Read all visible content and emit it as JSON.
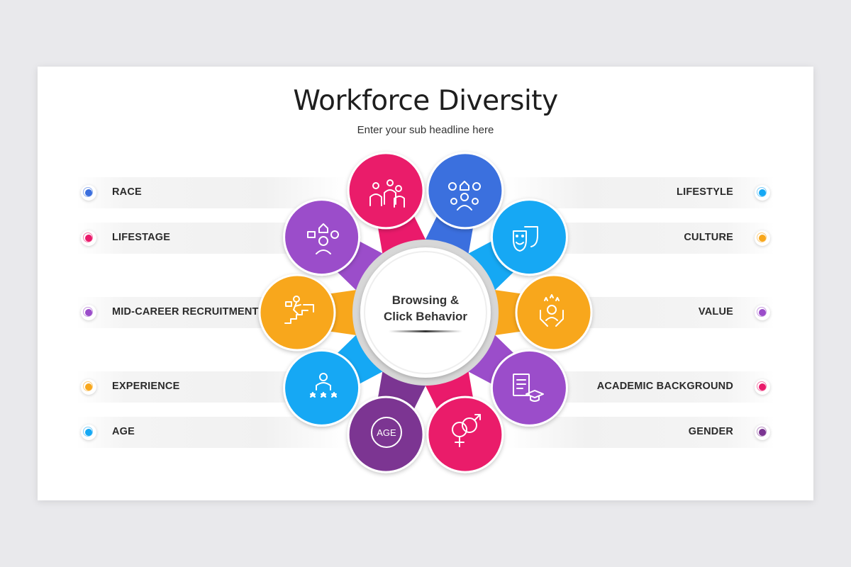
{
  "title": "Workforce Diversity",
  "subtitle": "Enter your sub headline here",
  "center": {
    "line1": "Browsing &",
    "line2": "Click Behavior"
  },
  "colors": {
    "blue": "#3b6fde",
    "sky": "#15a8f4",
    "orange": "#f8a71c",
    "purple": "#9b4dca",
    "magenta": "#ea1a6b",
    "violet": "#7b3592"
  },
  "left_items": [
    {
      "label": "RACE",
      "color": "#3b6fde"
    },
    {
      "label": "LIFESTAGE",
      "color": "#ea1a6b"
    },
    {
      "label": "MID-CAREER RECRUITMENT",
      "color": "#9b4dca"
    },
    {
      "label": "EXPERIENCE",
      "color": "#f8a71c"
    },
    {
      "label": "AGE",
      "color": "#15a8f4"
    }
  ],
  "right_items": [
    {
      "label": "LIFESTYLE",
      "color": "#15a8f4"
    },
    {
      "label": "CULTURE",
      "color": "#f8a71c"
    },
    {
      "label": "VALUE",
      "color": "#9b4dca"
    },
    {
      "label": "ACADEMIC BACKGROUND",
      "color": "#ea1a6b"
    },
    {
      "label": "GENDER",
      "color": "#7b3592"
    }
  ],
  "petals": [
    {
      "name": "race",
      "color": "#3b6fde",
      "icon": "race-icon"
    },
    {
      "name": "lifestyle",
      "color": "#15a8f4",
      "icon": "lifestyle-icon"
    },
    {
      "name": "culture",
      "color": "#f8a71c",
      "icon": "culture-masks-icon"
    },
    {
      "name": "value",
      "color": "#9b4dca",
      "icon": "value-hands-icon"
    },
    {
      "name": "academic",
      "color": "#ea1a6b",
      "icon": "academic-icon"
    },
    {
      "name": "gender",
      "color": "#7b3592",
      "icon": "gender-icon"
    },
    {
      "name": "age",
      "color": "#15a8f4",
      "icon": "age-icon",
      "text": "AGE"
    },
    {
      "name": "experience",
      "color": "#f8a71c",
      "icon": "experience-icon"
    },
    {
      "name": "mid-career",
      "color": "#9b4dca",
      "icon": "mid-career-icon"
    },
    {
      "name": "lifestage",
      "color": "#ea1a6b",
      "icon": "lifestage-icon"
    }
  ]
}
